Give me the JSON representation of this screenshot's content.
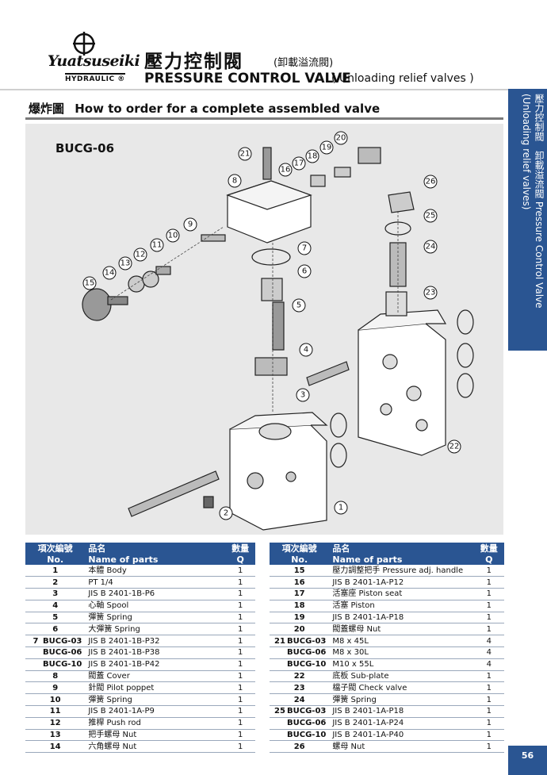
{
  "header": {
    "brand": "Yuatsuseiki",
    "brand_sub": "HYDRAULIC ®",
    "title_zh": "壓力控制閥",
    "title_zh_sub": "(卸載溢流閥)",
    "title_en": "PRESSURE CONTROL VALVE",
    "title_en_sub": "( Unloading relief valves )"
  },
  "side_tab": {
    "text": "壓力控制閥　卸載溢流閥 Pressure Control Valve (Unloading relief valves)"
  },
  "section": {
    "title_zh": "爆炸圖",
    "title_en": "How to order for a complete assembled valve"
  },
  "diagram": {
    "model": "BUCG-06",
    "callouts": [
      "1",
      "2",
      "3",
      "4",
      "5",
      "6",
      "7",
      "8",
      "9",
      "10",
      "11",
      "12",
      "13",
      "14",
      "15",
      "16",
      "17",
      "18",
      "19",
      "20",
      "21",
      "22",
      "23",
      "24",
      "25",
      "26"
    ]
  },
  "table_headers": {
    "no_zh": "項次編號",
    "no_en": "No.",
    "name_zh": "品名",
    "name_en": "Name of parts",
    "qty_zh": "數量",
    "qty_en": "Q"
  },
  "left_rows": [
    {
      "no": "1",
      "name": "本體 Body",
      "qty": "1"
    },
    {
      "no": "2",
      "name": "PT 1/4",
      "qty": "1"
    },
    {
      "no": "3",
      "name": "JIS B 2401-1B-P6",
      "qty": "1"
    },
    {
      "no": "4",
      "name": "心軸 Spool",
      "qty": "1"
    },
    {
      "no": "5",
      "name": "彈簧 Spring",
      "qty": "1"
    },
    {
      "no": "6",
      "name": "大彈簧 Spring",
      "qty": "1"
    }
  ],
  "left_group": {
    "no": "7",
    "items": [
      {
        "sub": "BUCG-03",
        "name": "JIS B 2401-1B-P32",
        "qty": "1"
      },
      {
        "sub": "BUCG-06",
        "name": "JIS B 2401-1B-P38",
        "qty": "1"
      },
      {
        "sub": "BUCG-10",
        "name": "JIS B 2401-1B-P42",
        "qty": "1"
      }
    ]
  },
  "left_rows_2": [
    {
      "no": "8",
      "name": "閥蓋 Cover",
      "qty": "1"
    },
    {
      "no": "9",
      "name": "針閥 Pilot poppet",
      "qty": "1"
    },
    {
      "no": "10",
      "name": "彈簧 Spring",
      "qty": "1"
    },
    {
      "no": "11",
      "name": "JIS B 2401-1A-P9",
      "qty": "1"
    },
    {
      "no": "12",
      "name": "推桿 Push rod",
      "qty": "1"
    },
    {
      "no": "13",
      "name": "把手螺母 Nut",
      "qty": "1"
    },
    {
      "no": "14",
      "name": "六角螺母 Nut",
      "qty": "1"
    }
  ],
  "right_rows": [
    {
      "no": "15",
      "name": "壓力調整把手 Pressure adj. handle",
      "qty": "1"
    },
    {
      "no": "16",
      "name": "JIS B 2401-1A-P12",
      "qty": "1"
    },
    {
      "no": "17",
      "name": "活塞座 Piston seat",
      "qty": "1"
    },
    {
      "no": "18",
      "name": "活塞 Piston",
      "qty": "1"
    },
    {
      "no": "19",
      "name": "JIS B 2401-1A-P18",
      "qty": "1"
    },
    {
      "no": "20",
      "name": "閥蓋螺母 Nut",
      "qty": "1"
    }
  ],
  "right_group": {
    "no": "21",
    "items": [
      {
        "sub": "BUCG-03",
        "name": "M8 x 45L",
        "qty": "4"
      },
      {
        "sub": "BUCG-06",
        "name": "M8 x 30L",
        "qty": "4"
      },
      {
        "sub": "BUCG-10",
        "name": "M10 x 55L",
        "qty": "4"
      }
    ]
  },
  "right_rows_2": [
    {
      "no": "22",
      "name": "底板 Sub-plate",
      "qty": "1"
    },
    {
      "no": "23",
      "name": "檔子閥 Check valve",
      "qty": "1"
    },
    {
      "no": "24",
      "name": "彈簧 Spring",
      "qty": "1"
    }
  ],
  "right_group_2": {
    "no": "25",
    "items": [
      {
        "sub": "BUCG-03",
        "name": "JIS B 2401-1A-P18",
        "qty": "1"
      },
      {
        "sub": "BUCG-06",
        "name": "JIS B 2401-1A-P24",
        "qty": "1"
      },
      {
        "sub": "BUCG-10",
        "name": "JIS B 2401-1A-P40",
        "qty": "1"
      }
    ]
  },
  "right_rows_3": [
    {
      "no": "26",
      "name": "螺母 Nut",
      "qty": "1"
    }
  ],
  "page": {
    "number": "56"
  }
}
